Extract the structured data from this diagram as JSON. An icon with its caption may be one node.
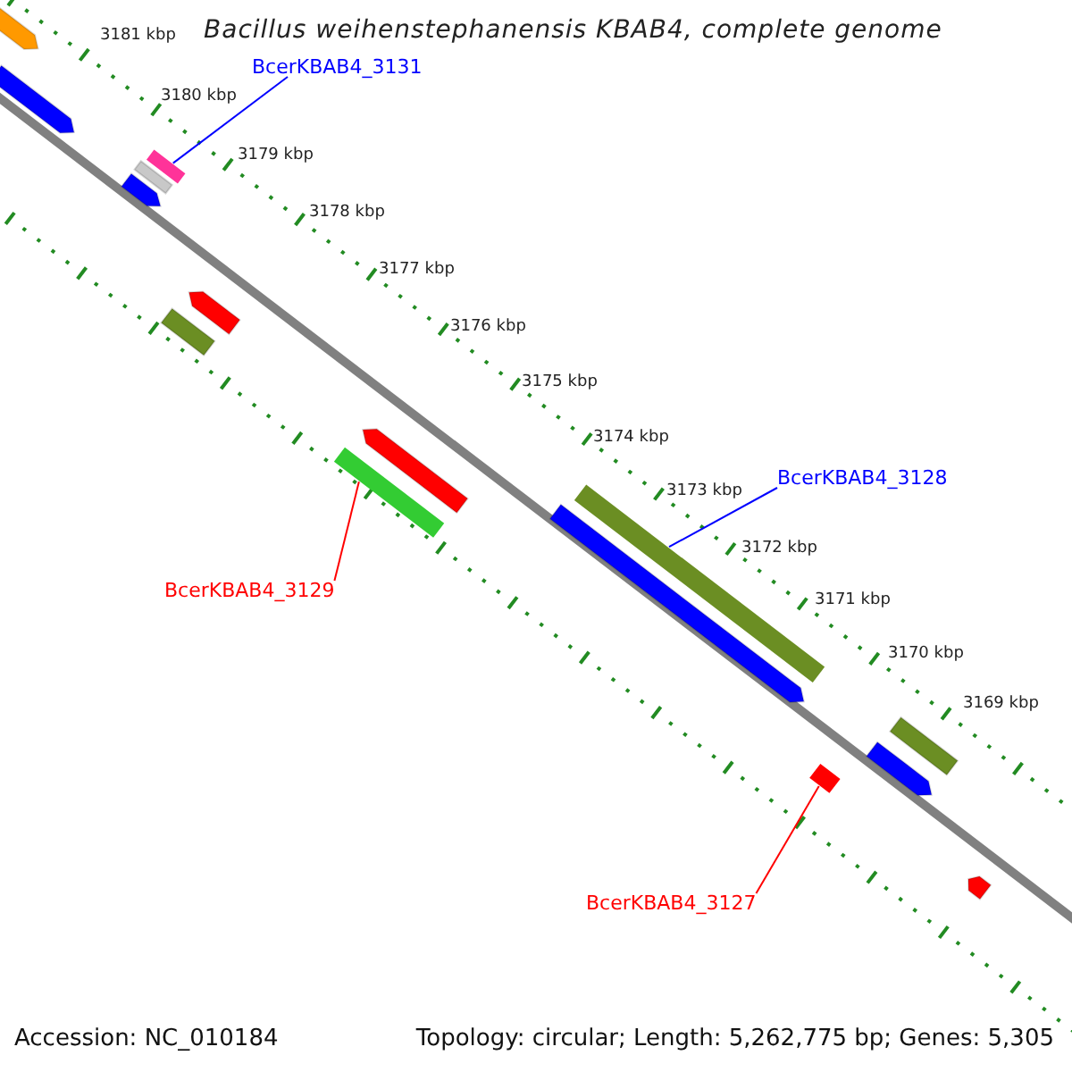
{
  "diagram": {
    "title": "Bacillus weihenstephanensis KBAB4, complete genome",
    "nodes": [
      {
        "text": [
          "BcerKBAB4_3131"
        ]
      },
      {
        "text": [],
        "shape": "bar"
      },
      {
        "text": [
          "BcerKBAB4_3128"
        ]
      },
      {
        "text": [],
        "shape": "bar"
      },
      {
        "text": [
          "BcerKBAB4_3129"
        ]
      },
      {
        "text": [],
        "shape": "bar"
      },
      {
        "text": [
          "BcerKBAB4_3127"
        ]
      },
      {
        "text": [],
        "shape": "bar"
      }
    ],
    "edges": [
      {
        "from": 0,
        "to": 1,
        "arrow": "none",
        "color": "#0000ff"
      },
      {
        "from": 2,
        "to": 3,
        "arrow": "none",
        "color": "#0000ff"
      },
      {
        "from": 4,
        "to": 5,
        "arrow": "none",
        "color": "#ff0000"
      },
      {
        "from": 6,
        "to": 7,
        "arrow": "none",
        "color": "#ff0000"
      }
    ],
    "labels": [
      "3181 kbp",
      "3180 kbp",
      "3179 kbp",
      "3178 kbp",
      "3177 kbp",
      "3176 kbp",
      "3175 kbp",
      "3174 kbp",
      "3173 kbp",
      "3172 kbp",
      "3171 kbp",
      "3170 kbp",
      "3169 kbp",
      "Accession: NC_010184",
      "Topology: circular; Length: 5,262,775 bp; Genes: 5,305"
    ]
  }
}
